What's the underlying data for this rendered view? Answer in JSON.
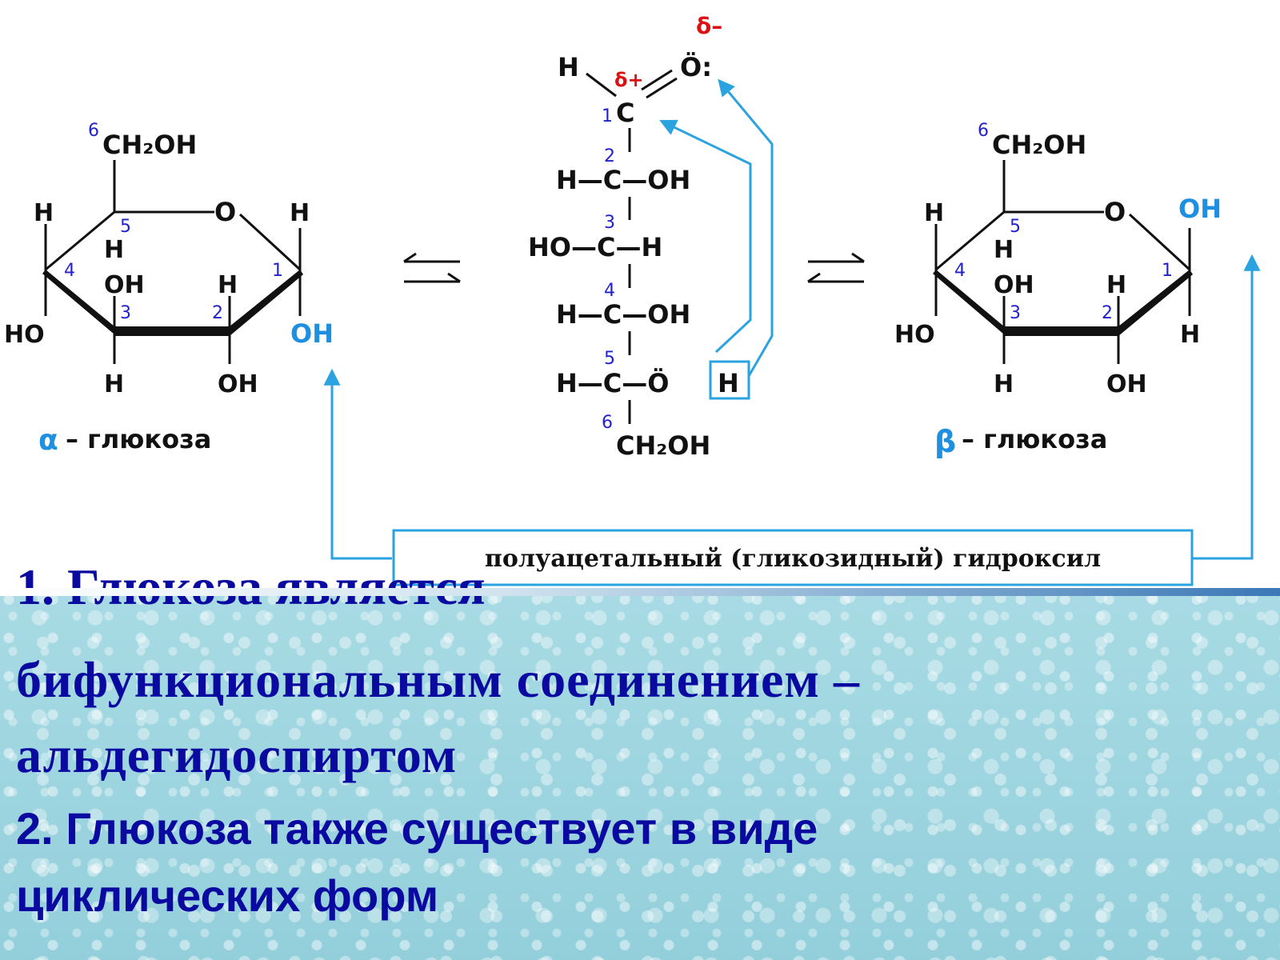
{
  "diagram": {
    "alpha": {
      "ch2oh": "CH₂OH",
      "num6": "6",
      "ring_o": "O",
      "h_left_top": "H",
      "h_right_top": "H",
      "num5": "5",
      "h5": "H",
      "num4": "4",
      "num1": "1",
      "oh3": "OH",
      "h2": "H",
      "num3": "3",
      "num2": "2",
      "ho4": "HO",
      "oh1": "OH",
      "h3_bottom": "H",
      "oh2_bottom": "OH",
      "label_symbol": "α",
      "label_text": "– глюкоза"
    },
    "open": {
      "delta_minus": "δ–",
      "o_top": "Ö:",
      "h_ald": "H",
      "delta_plus": "δ+",
      "num1": "1",
      "c1": "C",
      "num2": "2",
      "row2": "H—C—OH",
      "num3": "3",
      "row3": "HO—C—H",
      "num4": "4",
      "row4": "H—C—OH",
      "num5": "5",
      "row5": "H—C—Ö",
      "h5_box": "H",
      "num6": "6",
      "ch2oh": "CH₂OH"
    },
    "eq_arrow_left": "⇆",
    "eq_arrow_right": "⇄",
    "beta": {
      "ch2oh": "CH₂OH",
      "num6": "6",
      "ring_o": "O",
      "oh1": "OH",
      "h_left_top": "H",
      "num5": "5",
      "h5": "H",
      "num4": "4",
      "num1": "1",
      "oh3": "OH",
      "h2": "H",
      "num3": "3",
      "num2": "2",
      "ho4": "HO",
      "h1": "H",
      "h3_bottom": "H",
      "oh2_bottom": "OH",
      "label_symbol": "β",
      "label_text": "– глюкоза"
    },
    "caption": "полуацетальный (гликозидный) гидроксил"
  },
  "text": {
    "line1": "1. Глюкоза является",
    "line2": "бифункциональным соединением –",
    "line3": "альдегидоспиртом",
    "line4": "2. Глюкоза также существует в виде",
    "line5": "циклических форм"
  },
  "colors": {
    "dark_blue_text": "#0a0aa0",
    "accent_blue": "#1f8fe0",
    "red": "#dd1111"
  }
}
